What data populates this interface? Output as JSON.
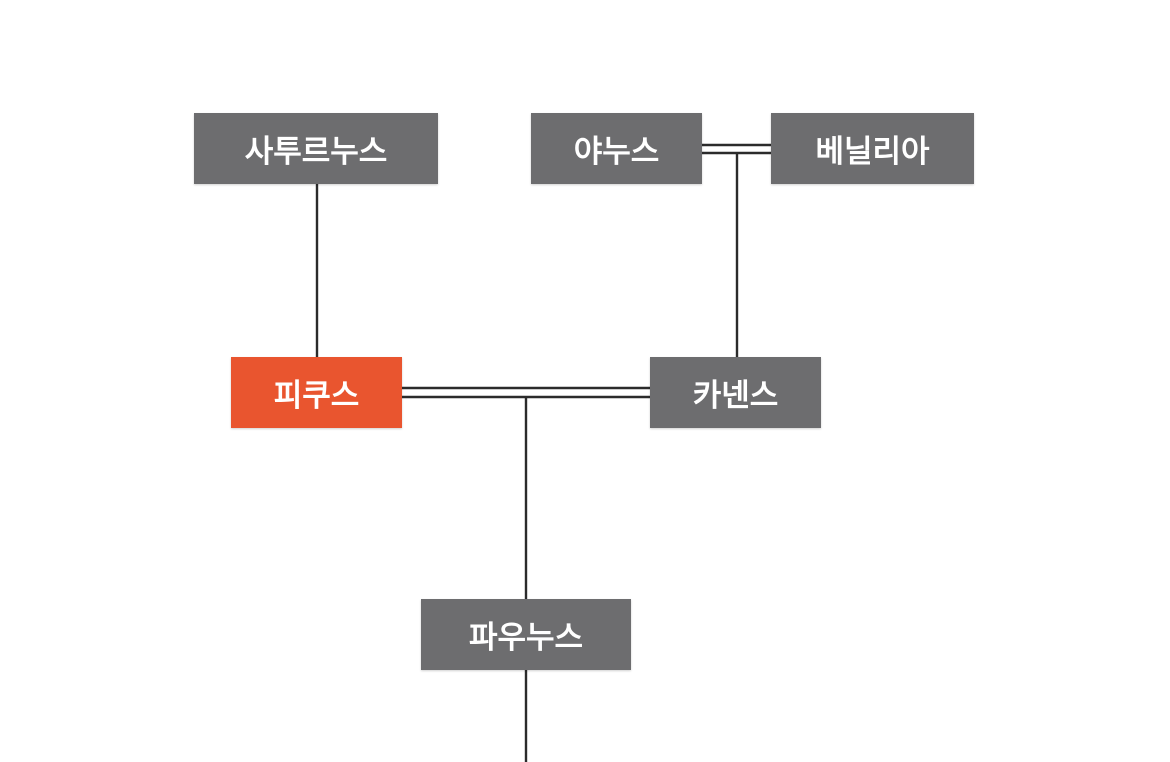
{
  "diagram": {
    "nodes": {
      "saturnus": {
        "label": "사투르누스",
        "color": "#6d6d6f"
      },
      "janus": {
        "label": "야누스",
        "color": "#6d6d6f"
      },
      "venilia": {
        "label": "베닐리아",
        "color": "#6d6d6f"
      },
      "picus": {
        "label": "피쿠스",
        "color": "#e9552f"
      },
      "canens": {
        "label": "카넨스",
        "color": "#6d6d6f"
      },
      "faunus": {
        "label": "파우누스",
        "color": "#6d6d6f"
      }
    },
    "relations": [
      {
        "type": "marriage",
        "from": "janus",
        "to": "venilia"
      },
      {
        "type": "parent-child",
        "from": "saturnus",
        "to": "picus"
      },
      {
        "type": "parent-child",
        "from": "janus+venilia",
        "to": "canens"
      },
      {
        "type": "marriage",
        "from": "picus",
        "to": "canens"
      },
      {
        "type": "parent-child",
        "from": "picus+canens",
        "to": "faunus"
      },
      {
        "type": "parent-child",
        "from": "faunus",
        "to": "descendants"
      }
    ],
    "line_color": "#2b2b2b"
  }
}
